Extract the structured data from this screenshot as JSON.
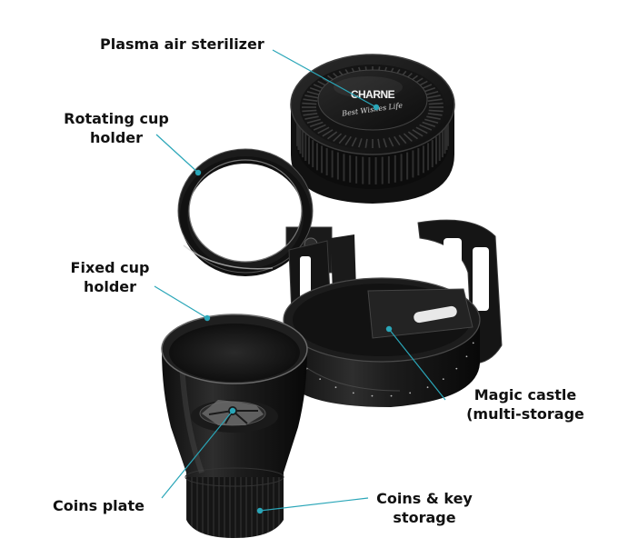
{
  "labels": {
    "plasma_sterilizer": "Plasma air sterilizer",
    "rotating_cup_holder": [
      "Rotating cup",
      "holder"
    ],
    "fixed_cup_holder": [
      "Fixed cup",
      "holder"
    ],
    "magic_castle": [
      "Magic castle",
      "(multi-storage"
    ],
    "coins_plate": "Coins plate",
    "coins_key_storage": [
      "Coins & key",
      "storage"
    ]
  },
  "sterilizer_lid": {
    "brand": "CHARNE",
    "script_text": "Best Wishes Life"
  },
  "colors": {
    "background": "#ffffff",
    "leader_line": "#2aa6b8",
    "product_dark": "#1a1a1a",
    "product_mid": "#2c2c2c",
    "product_highlight": "#6a6a6a",
    "label_text": "#111111"
  },
  "icons": {
    "leader_dot": "teal-dot"
  }
}
